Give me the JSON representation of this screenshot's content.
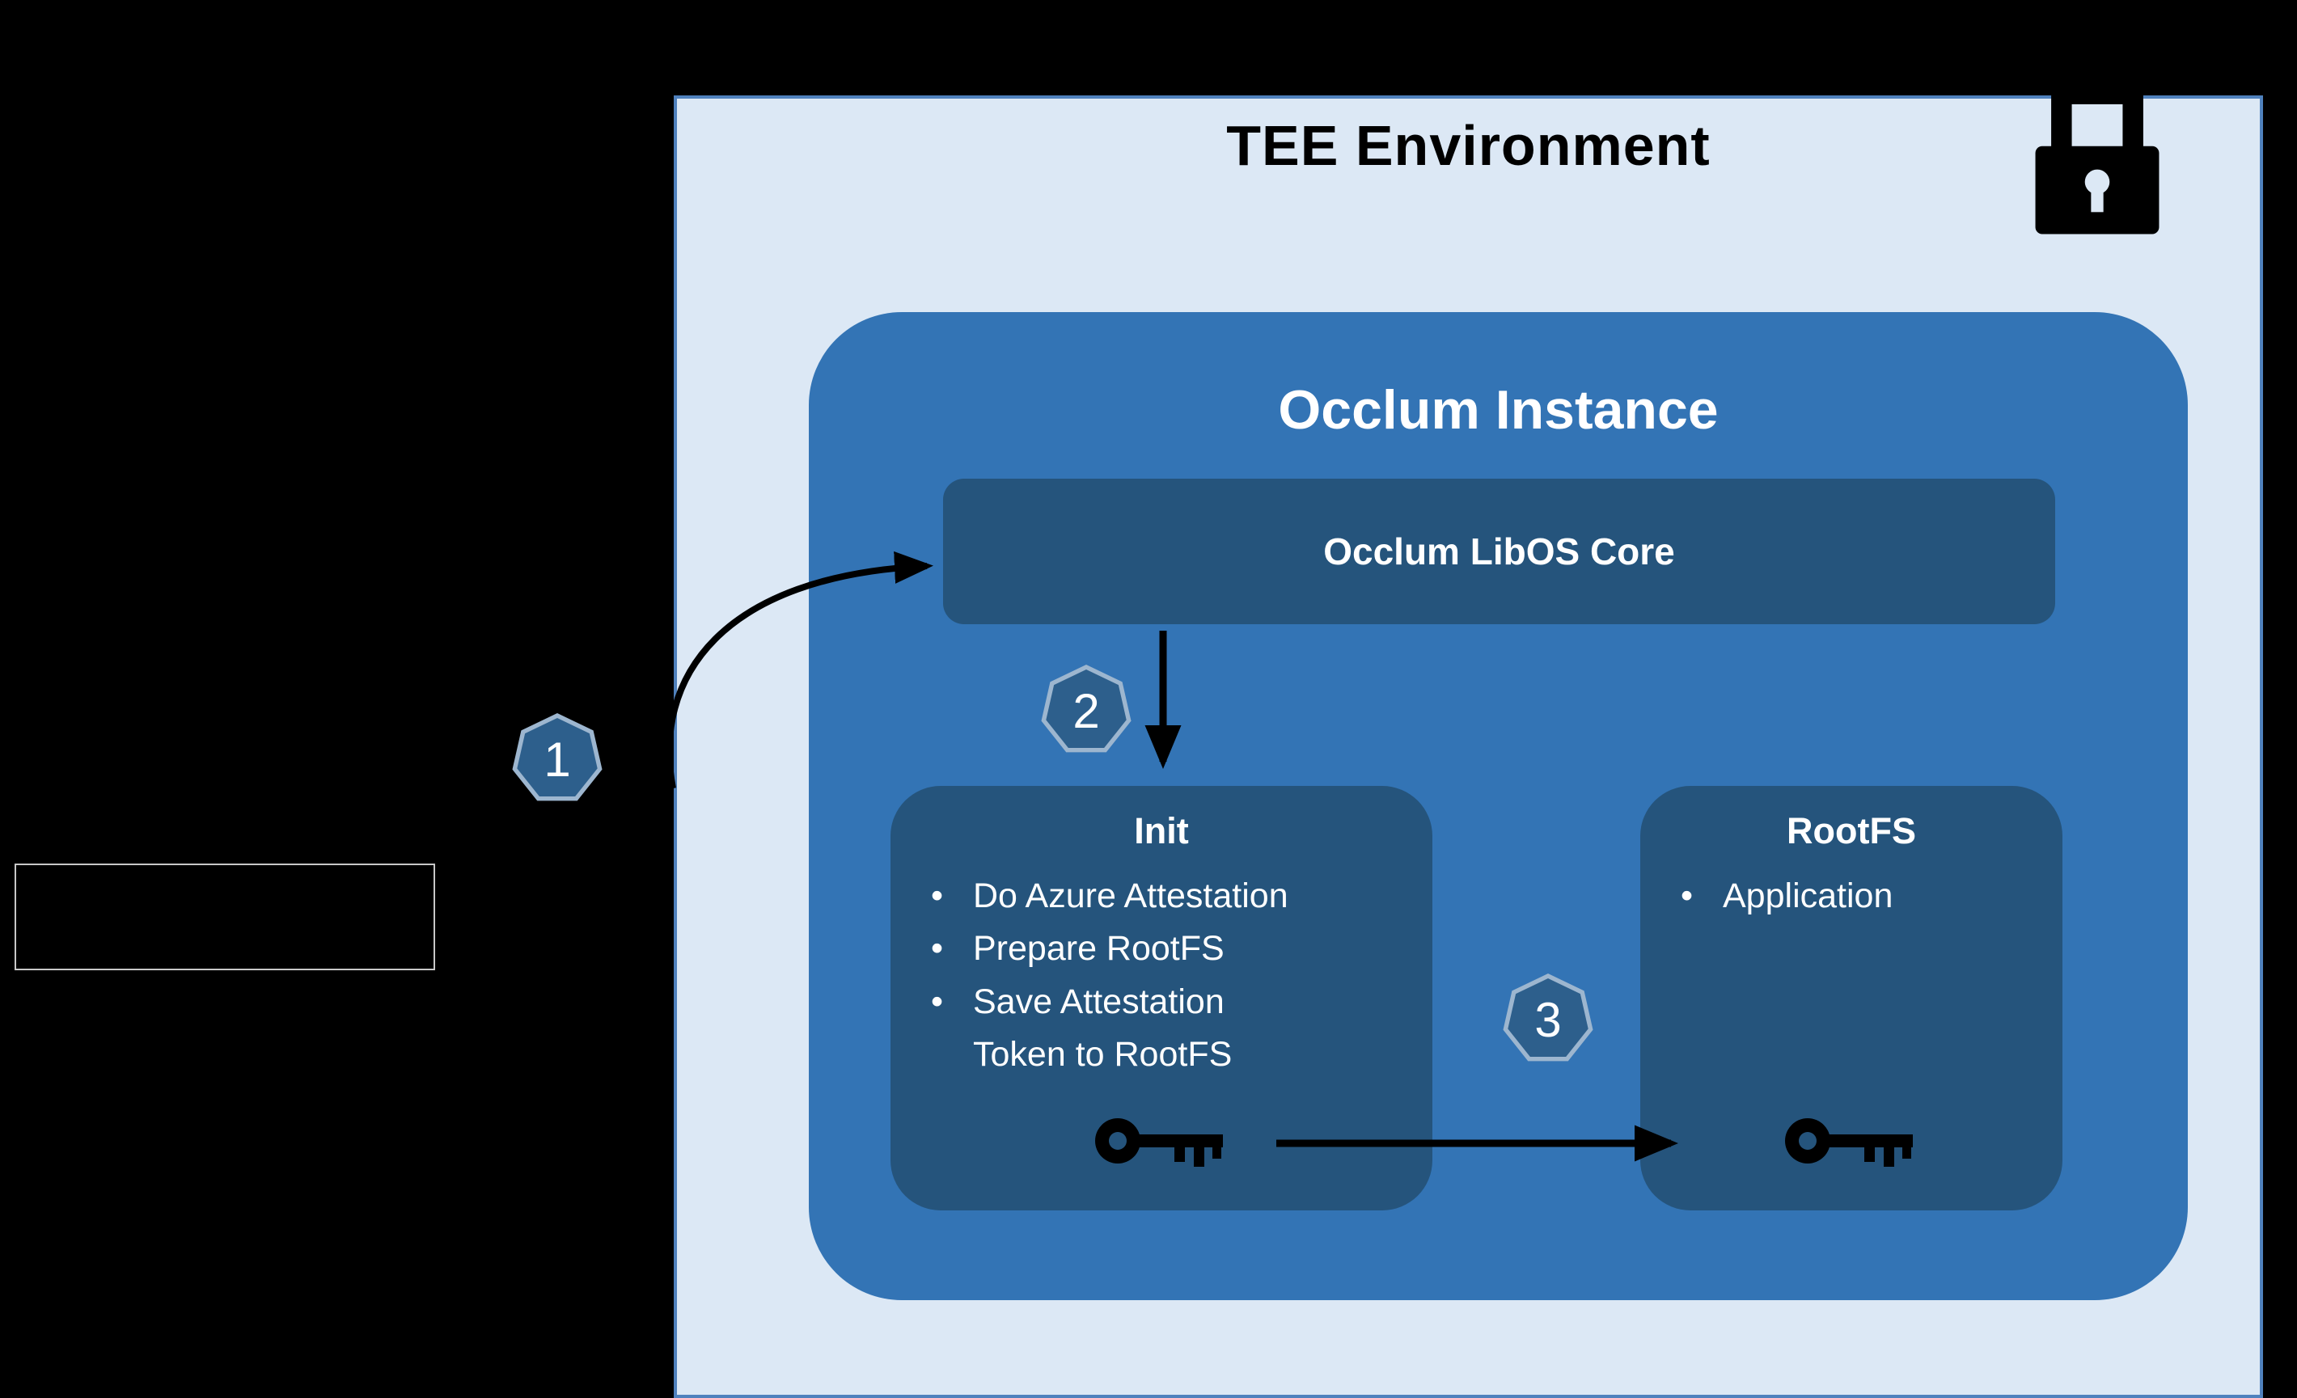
{
  "tee": {
    "title": "TEE Environment"
  },
  "occlum": {
    "title": "Occlum Instance",
    "libos_core_label": "Occlum LibOS Core",
    "init": {
      "title": "Init",
      "bullets": [
        "Do Azure Attestation",
        "Prepare RootFS",
        "Save Attestation\nToken to RootFS"
      ]
    },
    "rootfs": {
      "title": "RootFS",
      "bullets": [
        "Application"
      ]
    }
  },
  "steps": [
    {
      "number": "1"
    },
    {
      "number": "2"
    },
    {
      "number": "3"
    }
  ],
  "icons": {
    "lock": "lock-icon",
    "key_init": "key-icon",
    "key_rootfs": "key-icon"
  },
  "colors": {
    "panel_bg": "#dce8f5",
    "panel_border": "#4f81bd",
    "instance_bg": "#3374b5",
    "inner_box_bg": "#25547c",
    "badge_bg": "#2d5f8c",
    "badge_border": "#9db6cf",
    "text_light": "#ffffff",
    "text_dark": "#000000",
    "background": "#000000"
  }
}
